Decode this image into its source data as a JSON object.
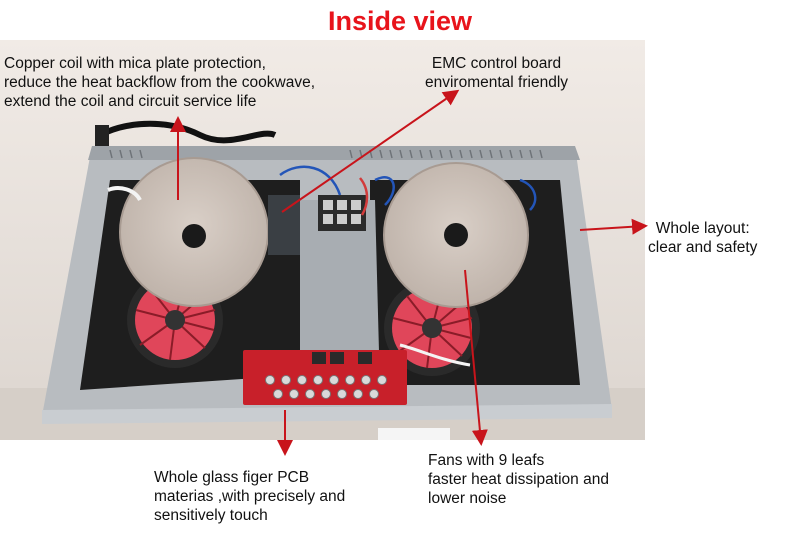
{
  "title": "Inside view",
  "annotations": {
    "coil": [
      "Copper coil with mica plate protection,",
      "reduce the heat backflow from the cookwave,",
      "extend the coil and circuit service life"
    ],
    "emc": [
      "EMC control board",
      "enviromental friendly"
    ],
    "layout": [
      "Whole layout:",
      "clear and safety"
    ],
    "pcb": [
      "Whole glass figer PCB",
      "materias ,with precisely and",
      "sensitively touch"
    ],
    "fans": [
      "Fans with 9 leafs",
      "faster heat dissipation and",
      "lower noise"
    ]
  },
  "colors": {
    "title": "#e8141b",
    "arrow": "#c8141b",
    "coil_plate": "#cfc5bd",
    "fan_blades": "#e0465a",
    "pcb": "#c8202a"
  }
}
